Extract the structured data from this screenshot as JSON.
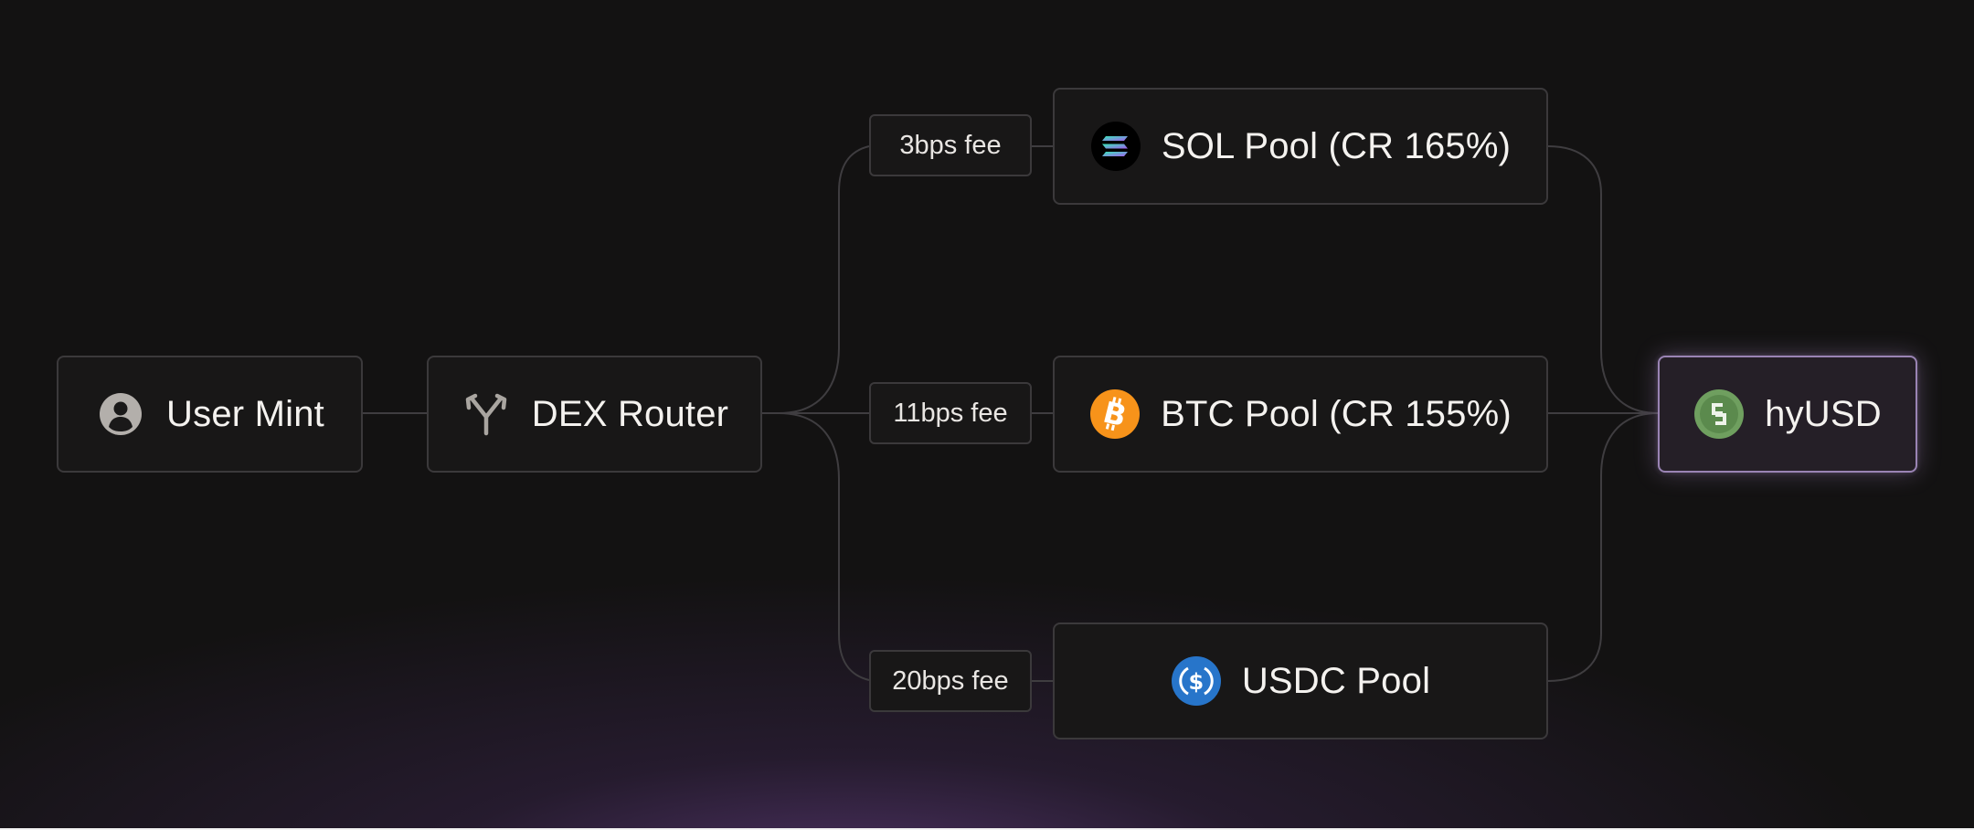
{
  "nodes": {
    "user_mint": {
      "label": "User Mint",
      "icon": "user-circle-icon"
    },
    "dex_router": {
      "label": "DEX Router",
      "icon": "route-split-icon"
    },
    "sol_pool": {
      "label": "SOL Pool (CR 165%)",
      "icon": "solana-logo-icon"
    },
    "btc_pool": {
      "label": "BTC Pool (CR 155%)",
      "icon": "bitcoin-logo-icon"
    },
    "usdc_pool": {
      "label": "USDC Pool",
      "icon": "usdc-logo-icon"
    },
    "hyusd": {
      "label": "hyUSD",
      "icon": "hyusd-logo-icon"
    }
  },
  "fees": {
    "sol": "3bps fee",
    "btc": "11bps fee",
    "usdc": "20bps fee"
  },
  "colors": {
    "background": "#131212",
    "node_fill": "#181717",
    "node_border": "#3b393b",
    "connector": "#3f3d40",
    "highlight_border": "#9a84b4",
    "glow": "#5c3a78",
    "bitcoin": "#f7931a",
    "usdc": "#2775ca",
    "hyusd": "#6f9f5f"
  }
}
